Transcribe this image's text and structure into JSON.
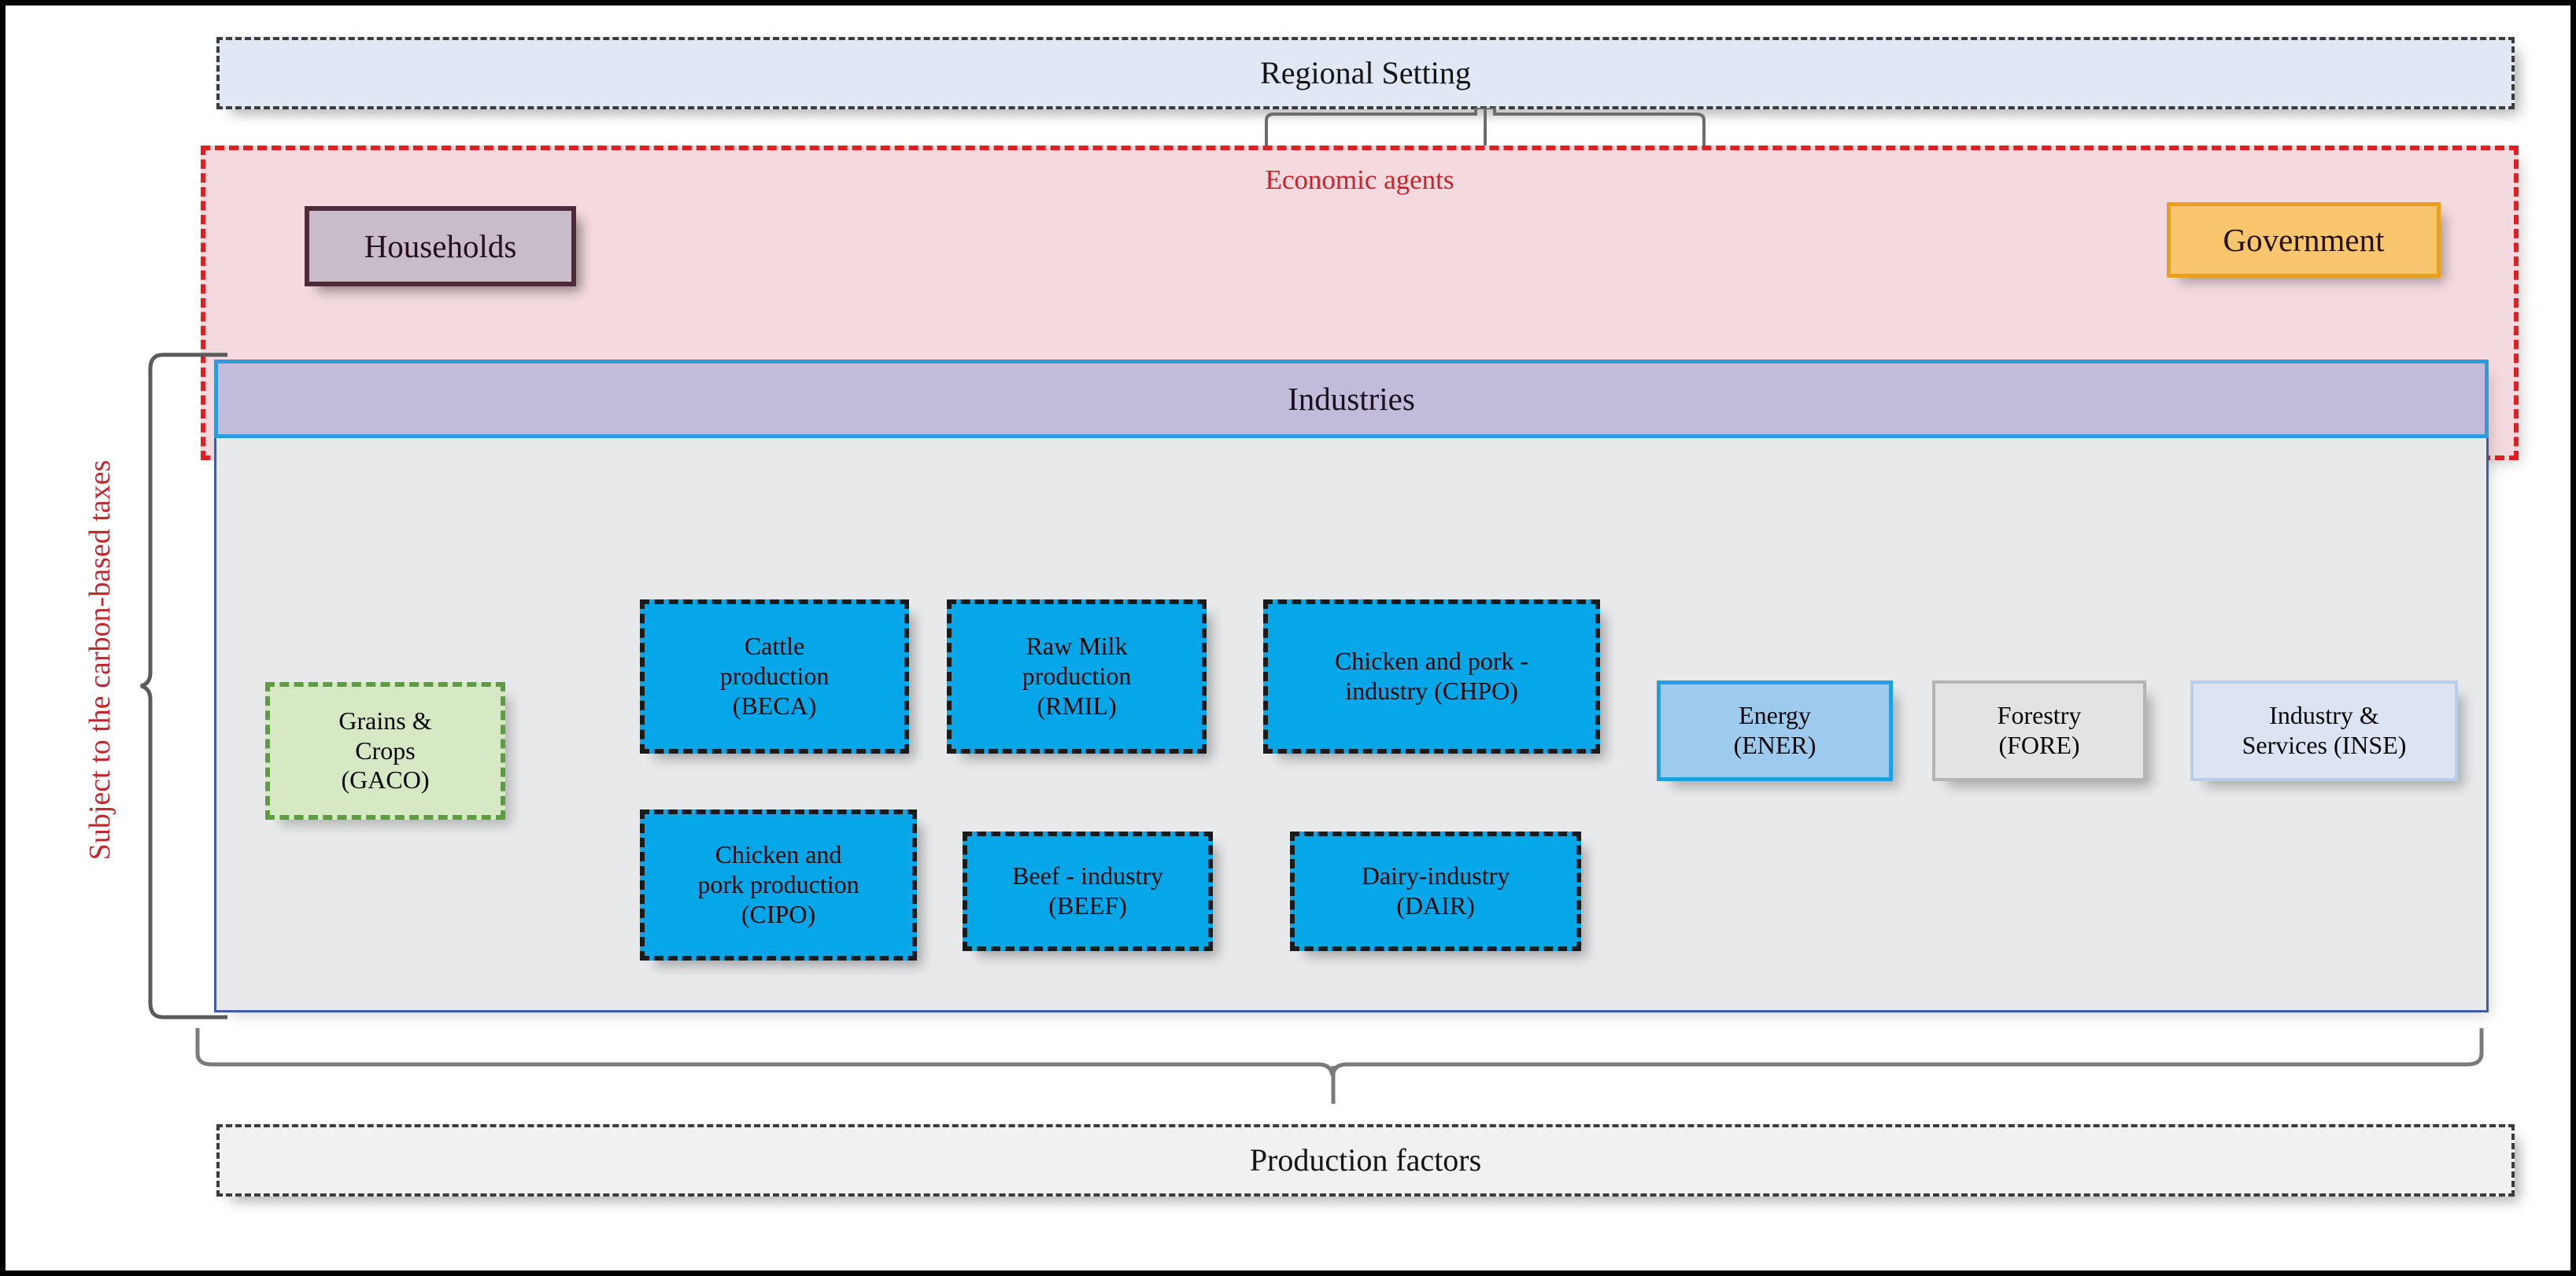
{
  "diagram": {
    "title_top": "Regional Setting",
    "title_bottom": "Production factors",
    "economic_agents_label": "Economic agents",
    "industries_label": "Industries",
    "side_caption": "Subject to the carbon-based taxes",
    "agents": [
      {
        "id": "households",
        "label": "Households"
      },
      {
        "id": "government",
        "label": "Government"
      }
    ],
    "industries": [
      {
        "id": "gaco",
        "line1": "Grains &",
        "line2": "Crops",
        "line3": "(GACO)"
      },
      {
        "id": "beca",
        "line1": "Cattle",
        "line2": "production",
        "line3": "(BECA)"
      },
      {
        "id": "rmil",
        "line1": "Raw Milk",
        "line2": "production",
        "line3": "(RMIL)"
      },
      {
        "id": "chpo",
        "line1": "Chicken and pork -",
        "line2": "industry (CHPO)",
        "line3": ""
      },
      {
        "id": "cipo",
        "line1": "Chicken and",
        "line2": "pork production",
        "line3": "(CIPO)"
      },
      {
        "id": "beef",
        "line1": "Beef - industry",
        "line2": "(BEEF)",
        "line3": ""
      },
      {
        "id": "dair",
        "line1": "Dairy-industry",
        "line2": "(DAIR)",
        "line3": ""
      },
      {
        "id": "ener",
        "line1": "Energy",
        "line2": "(ENER)",
        "line3": ""
      },
      {
        "id": "fore",
        "line1": "Forestry",
        "line2": "(FORE)",
        "line3": ""
      },
      {
        "id": "inse",
        "line1": "Industry &",
        "line2": "Services (INSE)",
        "line3": ""
      }
    ],
    "colors": {
      "regional_setting_fill": "#dfe8f3",
      "economic_agents_fill": "#f4dade",
      "economic_agents_border": "#e01f22",
      "economic_agents_text": "#cc2128",
      "households_fill": "#c8bccb",
      "households_border": "#4e2b3a",
      "government_fill": "#f8c66d",
      "government_border": "#e8a01e",
      "industries_bar_fill": "#c2bcda",
      "industries_bar_border": "#2f9bdb",
      "industries_container_fill": "#e8e9ea",
      "industries_container_border": "#3a5fa8",
      "agri_industry_fill": "#06a7e8",
      "agri_industry_border": "#1b1b1b",
      "gaco_fill": "#d6e8c4",
      "gaco_border": "#5f9b43",
      "energy_fill": "#9ecaee",
      "energy_border": "#1f9ee0",
      "forestry_fill": "#e3e3e3",
      "forestry_border": "#b4b4b4",
      "inse_fill": "#dce3f2",
      "inse_border": "#b9ccea",
      "production_factors_fill": "#f1f1f1",
      "side_caption_text": "#c0282d"
    }
  }
}
